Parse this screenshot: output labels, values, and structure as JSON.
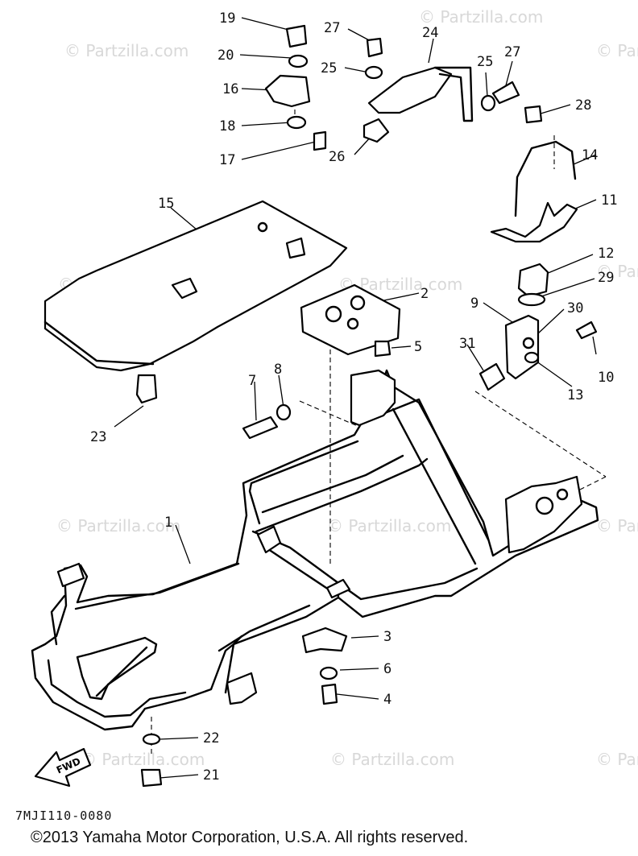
{
  "watermark": "© Partzilla.com",
  "callouts": [
    "19",
    "27",
    "24",
    "20",
    "25",
    "25",
    "27",
    "16",
    "28",
    "18",
    "26",
    "14",
    "17",
    "11",
    "15",
    "12",
    "2",
    "29",
    "9",
    "30",
    "5",
    "31",
    "10",
    "8",
    "7",
    "13",
    "23",
    "1",
    "3",
    "6",
    "4",
    "22",
    "21"
  ],
  "fwd_label": "FWD",
  "diagram_code": "7MJI110-0080",
  "copyright": "©2013  Yamaha Motor Corporation, U.S.A. All rights reserved."
}
